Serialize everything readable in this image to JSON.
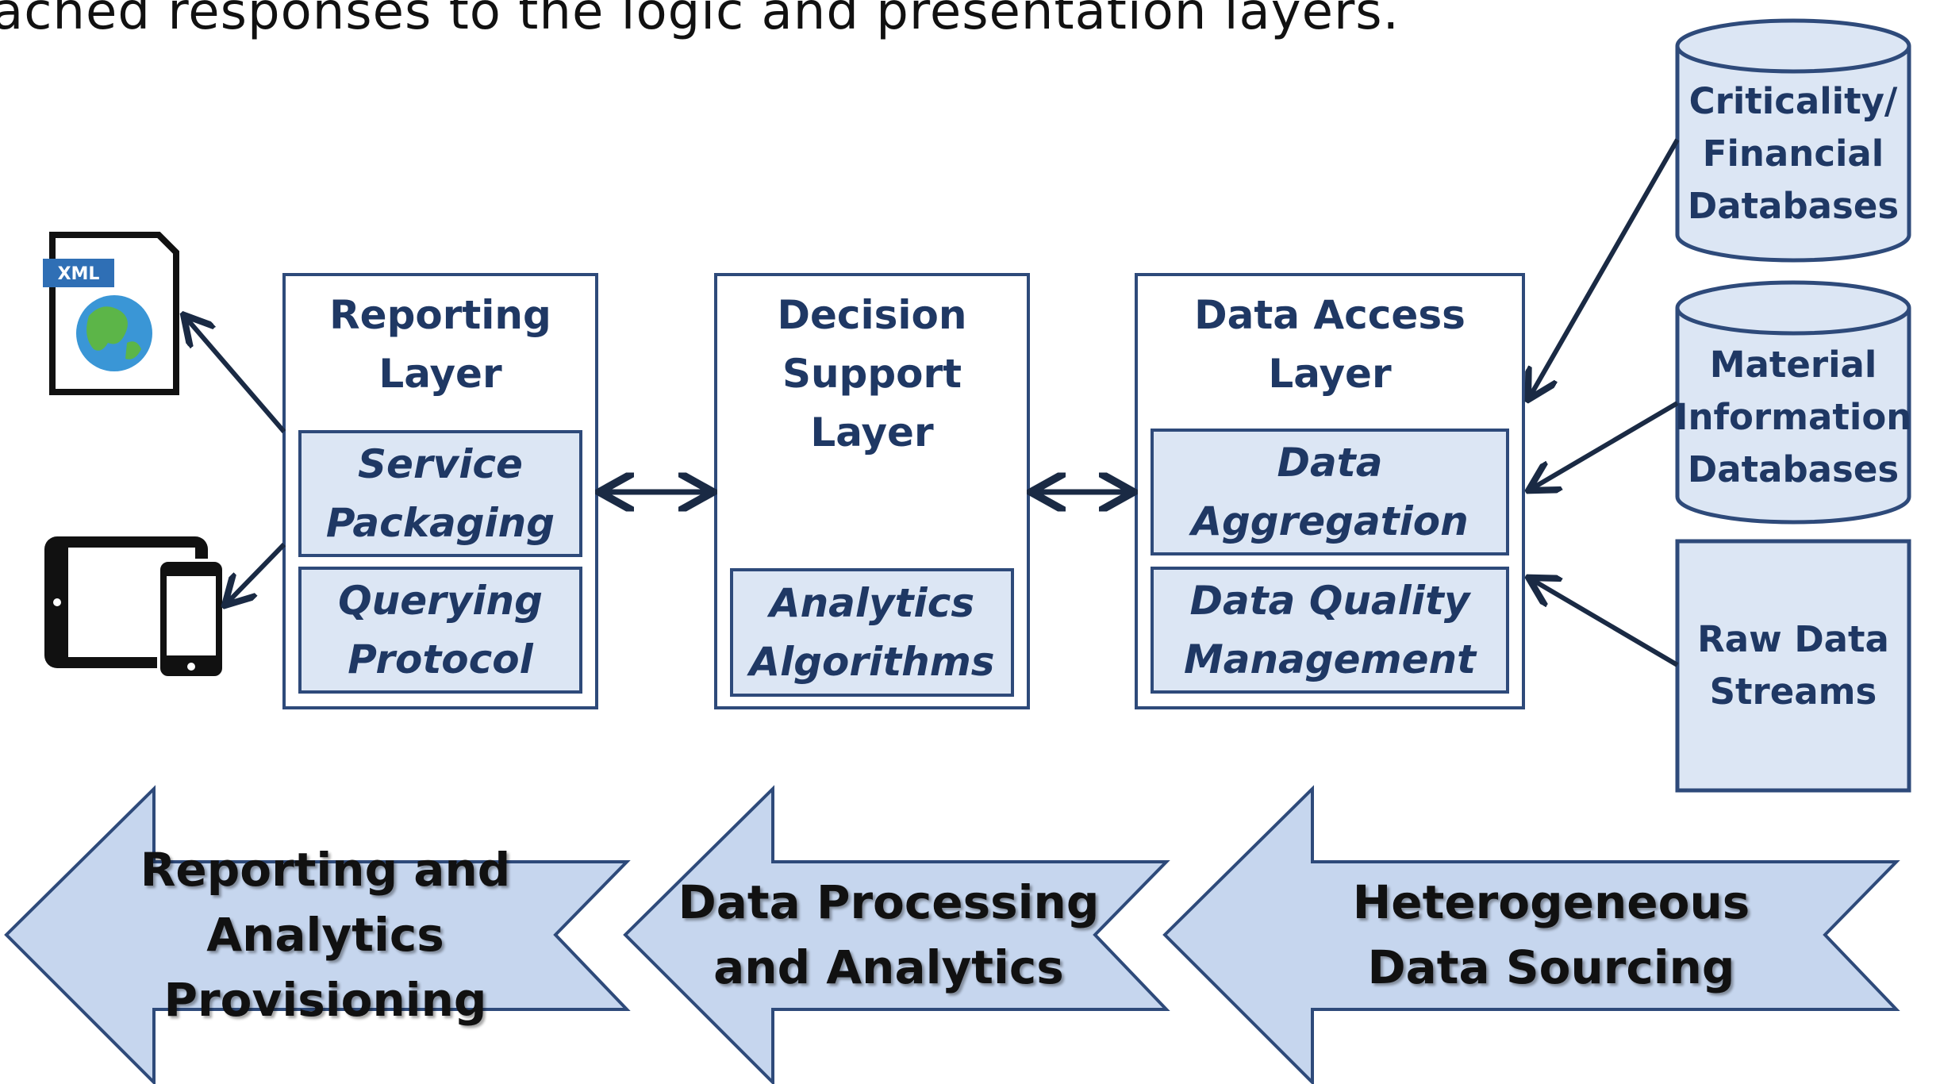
{
  "caption": "ached responses to the logic and presentation layers.",
  "colors": {
    "box_border": "#2e4a7a",
    "sub_fill": "#dce6f4",
    "text": "#1f3864",
    "arrow_fill": "#c6d6ee",
    "connector": "#1a2a44"
  },
  "icons": {
    "xml_file": "xml-globe-icon",
    "xml_badge": "XML",
    "devices": "tablet-phone-icon"
  },
  "layers": {
    "reporting": {
      "title": "Reporting\nLayer",
      "sub1": "Service\nPackaging",
      "sub2": "Querying\nProtocol"
    },
    "decision": {
      "title": "Decision\nSupport\nLayer",
      "sub1": "Analytics\nAlgorithms"
    },
    "data_access": {
      "title": "Data Access\nLayer",
      "sub1": "Data\nAggregation",
      "sub2": "Data Quality\nManagement"
    }
  },
  "sources": {
    "criticality": "Criticality/\nFinancial\nDatabases",
    "material": "Material\nInformation\nDatabases",
    "raw": "Raw Data\nStreams"
  },
  "stages": {
    "reporting": "Reporting and\nAnalytics Provisioning",
    "processing": "Data Processing\nand Analytics",
    "sourcing": "Heterogeneous\nData Sourcing"
  }
}
